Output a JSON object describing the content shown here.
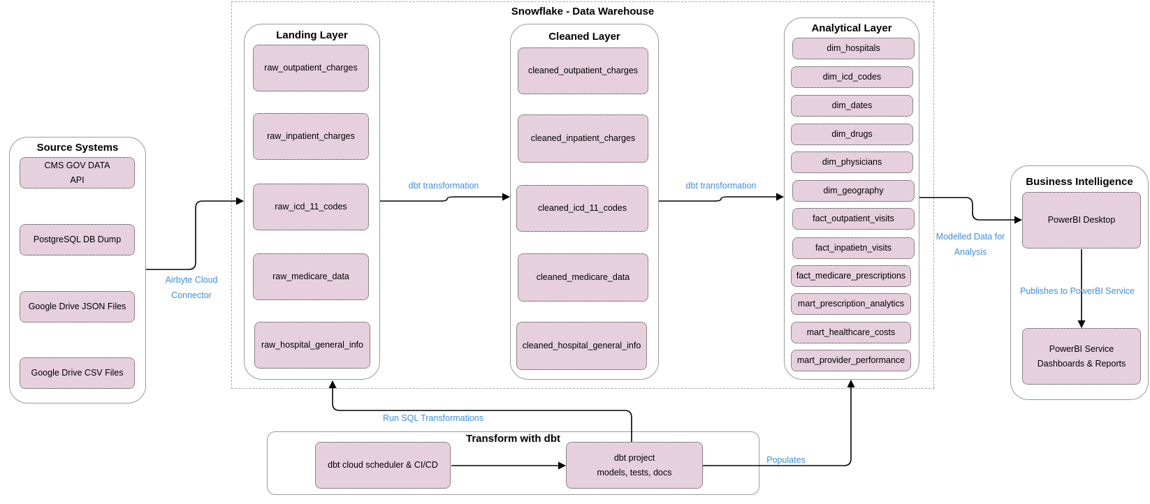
{
  "warehouse": {
    "title": "Snowflake - Data Warehouse"
  },
  "source_systems": {
    "title": "Source Systems",
    "items": [
      {
        "line1": "CMS GOV DATA",
        "line2": "API"
      },
      {
        "line1": "PostgreSQL DB Dump"
      },
      {
        "line1": "Google Drive JSON Files"
      },
      {
        "line1": "Google Drive CSV Files"
      }
    ]
  },
  "landing_layer": {
    "title": "Landing Layer",
    "items": [
      "raw_outpatient_charges",
      "raw_inpatient_charges",
      "raw_icd_11_codes",
      "raw_medicare_data",
      "raw_hospital_general_info"
    ]
  },
  "cleaned_layer": {
    "title": "Cleaned Layer",
    "items": [
      "cleaned_outpatient_charges",
      "cleaned_inpatient_charges",
      "cleaned_icd_11_codes",
      "cleaned_medicare_data",
      "cleaned_hospital_general_info"
    ]
  },
  "analytical_layer": {
    "title": "Analytical Layer",
    "items": [
      "dim_hospitals",
      "dim_icd_codes",
      "dim_dates",
      "dim_drugs",
      "dim_physicians",
      "dim_geography",
      "fact_outpatient_visits",
      "fact_inpatietn_visits",
      "fact_medicare_prescriptions",
      "mart_prescription_analytics",
      "mart_healthcare_costs",
      "mart_provider_performance"
    ]
  },
  "business_intelligence": {
    "title": "Business Intelligence",
    "desktop": "PowerBI Desktop",
    "service_line1": "PowerBI Service",
    "service_line2": "Dashboards & Reports"
  },
  "transform": {
    "title": "Transform with dbt",
    "scheduler": "dbt cloud scheduler & CI/CD",
    "project_line1": "dbt project",
    "project_line2": "models, tests, docs"
  },
  "edge_labels": {
    "airbyte_line1": "Airbyte Cloud",
    "airbyte_line2": "Connector",
    "dbt_transformation_1": "dbt transformation",
    "dbt_transformation_2": "dbt transformation",
    "modelled_line1": "Modelled Data for",
    "modelled_line2": "Analysis",
    "publishes": "Publishes to PowerBI Service",
    "run_sql": "Run SQL Transformations",
    "populates": "Populates"
  }
}
